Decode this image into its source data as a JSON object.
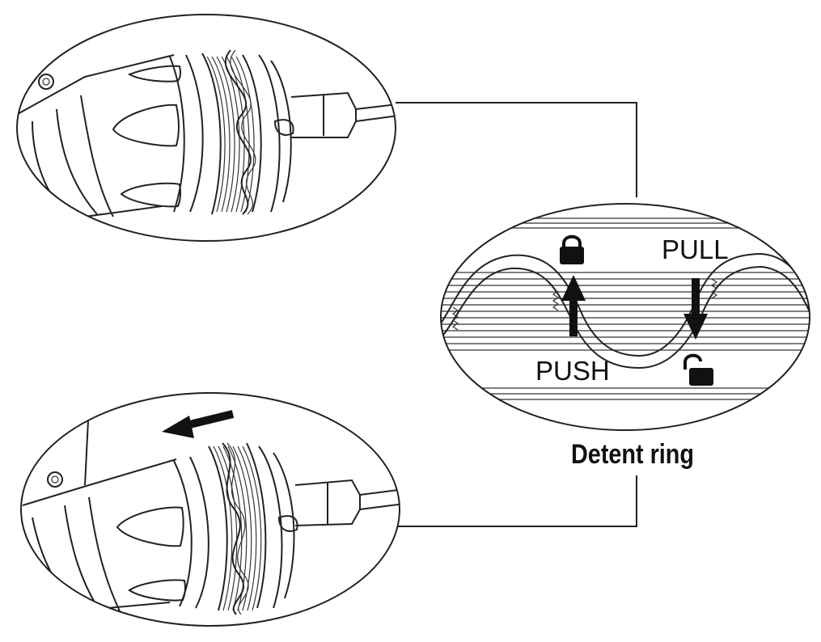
{
  "labels": {
    "pull": "PULL",
    "push": "PUSH",
    "caption": "Detent ring"
  },
  "icons": {
    "locked": "padlock-locked-icon",
    "unlocked": "padlock-unlocked-icon",
    "push_arrow": "arrow-up-icon",
    "pull_arrow": "arrow-down-icon",
    "rotate_arrow": "arrow-left-icon"
  },
  "colors": {
    "line": "#222222",
    "fill": "#111111",
    "background": "#ffffff"
  }
}
